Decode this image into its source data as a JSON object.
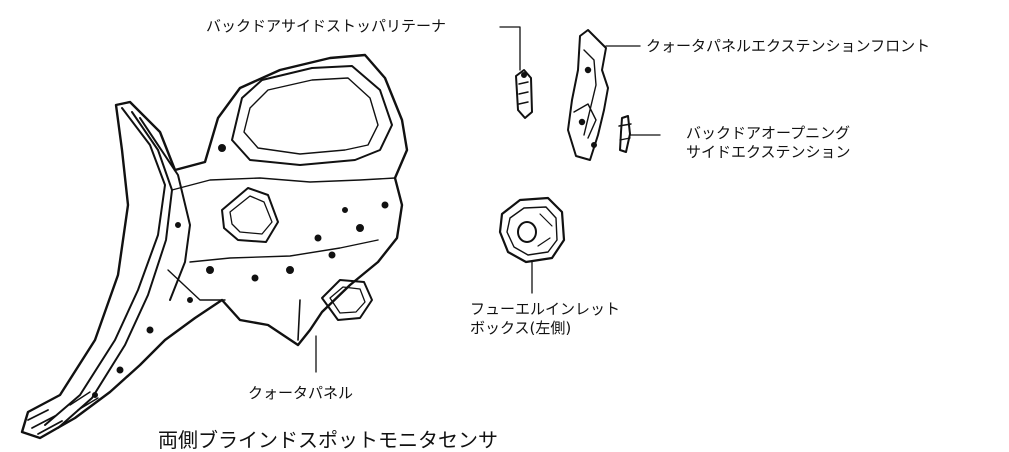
{
  "diagram": {
    "parts": {
      "stopper_retainer": "バックドアサイドストッパリテーナ",
      "quarter_extension_front": "クォータパネルエクステンションフロント",
      "opening_extension": [
        "バックドアオープニング",
        "サイドエクステンション"
      ],
      "fuel_inlet_box": [
        "フューエルインレット",
        "ボックス(左側)"
      ],
      "quarter_panel": "クォータパネル"
    },
    "caption": "両側ブラインドスポットモニタセンサ"
  }
}
